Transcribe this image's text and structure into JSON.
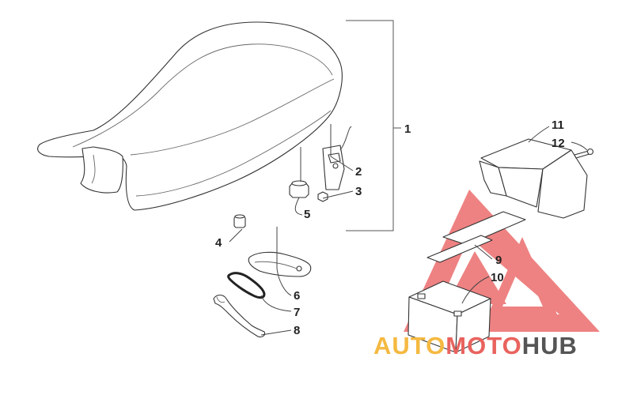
{
  "diagram": {
    "callouts": [
      {
        "id": "1",
        "text": "1"
      },
      {
        "id": "2",
        "text": "2"
      },
      {
        "id": "3",
        "text": "3"
      },
      {
        "id": "4",
        "text": "4"
      },
      {
        "id": "5",
        "text": "5"
      },
      {
        "id": "6",
        "text": "6"
      },
      {
        "id": "7",
        "text": "7"
      },
      {
        "id": "8",
        "text": "8"
      },
      {
        "id": "9",
        "text": "9"
      },
      {
        "id": "10",
        "text": "10"
      },
      {
        "id": "11",
        "text": "11"
      },
      {
        "id": "12",
        "text": "12"
      }
    ]
  },
  "watermark": {
    "segments": [
      {
        "text": "AUTO",
        "color": "#f5b941"
      },
      {
        "text": "MOTO",
        "color": "#e9635e"
      },
      {
        "text": "HUB",
        "color": "#555555"
      }
    ],
    "triangle_color": "#ec6d6d"
  }
}
